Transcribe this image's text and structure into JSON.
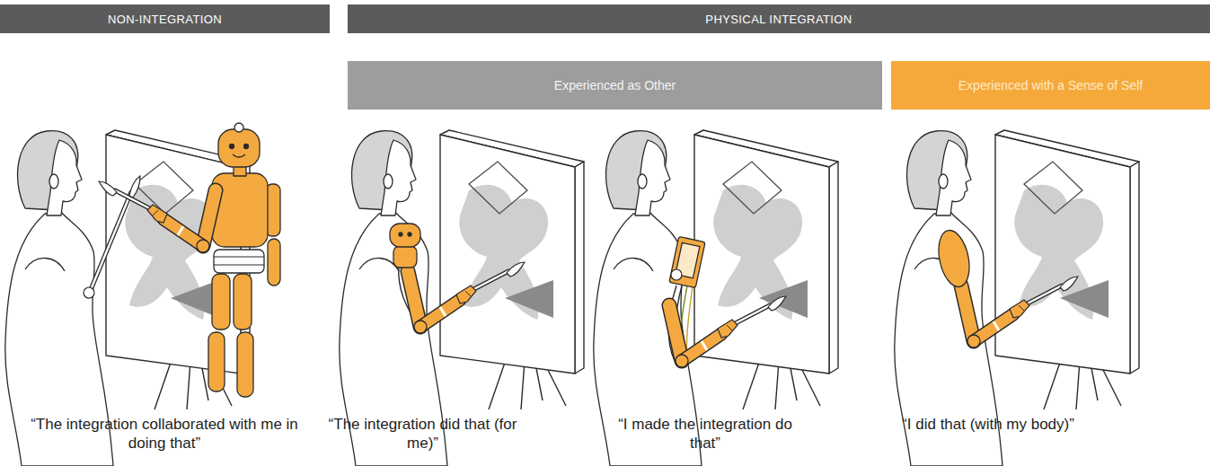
{
  "diagram": {
    "nodes": [
      {
        "text": [
          "NON-INTEGRATION"
        ]
      },
      {
        "text": [
          "PHYSICAL INTEGRATION"
        ]
      },
      {
        "text": [
          "Experienced as Other"
        ]
      },
      {
        "text": [
          "Experienced with a Sense of Self"
        ]
      }
    ],
    "labels": [
      "“The integration collaborated with me in doing that”",
      "“The integration did that (for me)”",
      "“I made the integration do that”",
      "“I did that (with my body)”"
    ]
  }
}
